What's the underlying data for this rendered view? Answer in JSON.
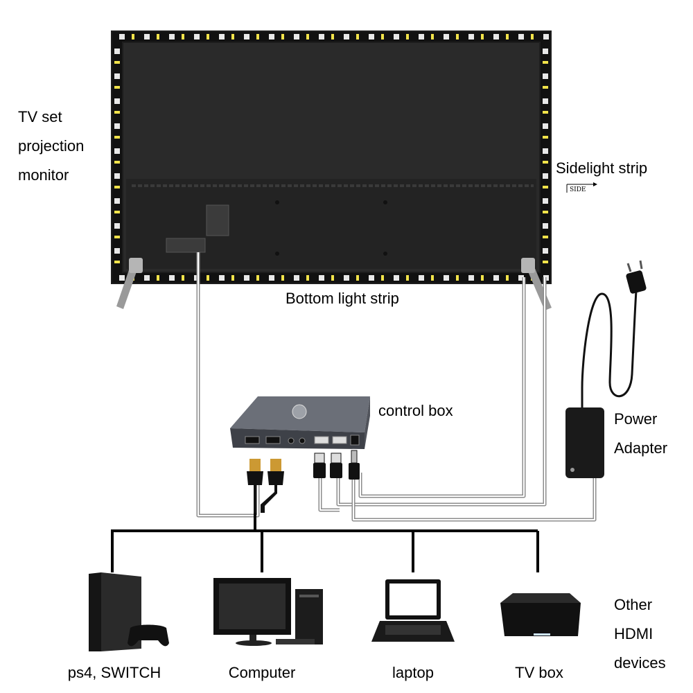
{
  "tv_label": [
    "TV set",
    "projection",
    "monitor"
  ],
  "sidelight_label": "Sidelight strip",
  "side_tag": "SIDE",
  "bottom_strip_label": "Bottom light strip",
  "control_box_label": "control box",
  "power_label": [
    "Power",
    "Adapter"
  ],
  "other_label": [
    "Other",
    "HDMI",
    "devices"
  ],
  "devices": [
    {
      "label": "ps4, SWITCH",
      "icon": "game-console-icon"
    },
    {
      "label": "Computer",
      "icon": "desktop-computer-icon"
    },
    {
      "label": "laptop",
      "icon": "laptop-icon"
    },
    {
      "label": "TV box",
      "icon": "tv-box-icon"
    }
  ],
  "colors": {
    "strip": "#111111",
    "led": "#f2e34a",
    "tv_back": "#262626",
    "box": "#5a5e66",
    "cable": "#8c8c8c"
  }
}
